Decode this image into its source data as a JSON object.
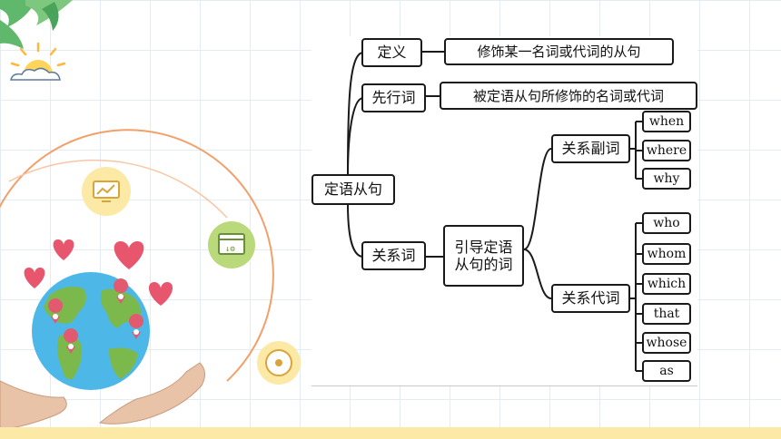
{
  "diagram": {
    "root": "定语从句",
    "definition": {
      "label": "定义",
      "content": "修饰某一名词或代词的从句"
    },
    "antecedent": {
      "label": "先行词",
      "content": "被定语从句所修饰的名词或代词"
    },
    "relative_words": {
      "label": "关系词",
      "content": "引导定语从句的词",
      "adverbs": {
        "label": "关系副词",
        "items": [
          "when",
          "where",
          "why"
        ]
      },
      "pronouns": {
        "label": "关系代词",
        "items": [
          "who",
          "whom",
          "which",
          "that",
          "whose",
          "as"
        ]
      }
    }
  },
  "colors": {
    "node_border": "#1a1a1a",
    "arc": "#f2a06a",
    "heart": "#e8566e",
    "globe_ocean": "#4db8e8",
    "globe_land": "#7bb94c",
    "pin": "#e15a70",
    "hands": "#e8c3a8",
    "sun": "#ffd45a",
    "leaf": "#5fb86c",
    "bottom_bar": "#fde9a6"
  },
  "icons": [
    "palm-leaf-icon",
    "sun-icon",
    "heart-icon",
    "globe-icon",
    "map-pin-icon",
    "hands-icon",
    "chart-monitor-icon",
    "code-window-icon",
    "disc-icon"
  ]
}
